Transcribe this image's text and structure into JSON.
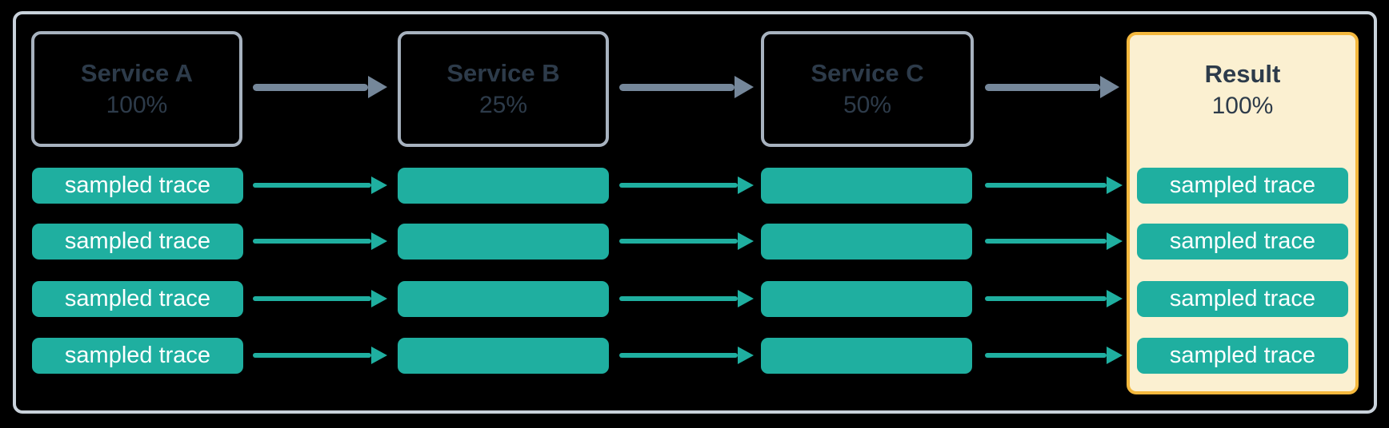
{
  "colors": {
    "teal": "#1FAFA0",
    "arrow_gray": "#75879A",
    "node_border": "#A7B2BF",
    "outer_border": "#C9D2DB",
    "title_text": "#2D3B4A",
    "result_bg": "#FBF0D1",
    "result_border": "#F4B83D",
    "trace_text": "#FFFFFF"
  },
  "columns": [
    {
      "title": "Service A",
      "rate": "100%",
      "traces": [
        "sampled trace",
        "sampled trace",
        "sampled trace",
        "sampled trace"
      ]
    },
    {
      "title": "Service B",
      "rate": "25%",
      "traces": [
        "",
        "",
        "",
        ""
      ]
    },
    {
      "title": "Service C",
      "rate": "50%",
      "traces": [
        "",
        "",
        "",
        ""
      ]
    },
    {
      "title": "Result",
      "rate": "100%",
      "traces": [
        "sampled trace",
        "sampled trace",
        "sampled trace",
        "sampled trace"
      ]
    }
  ]
}
